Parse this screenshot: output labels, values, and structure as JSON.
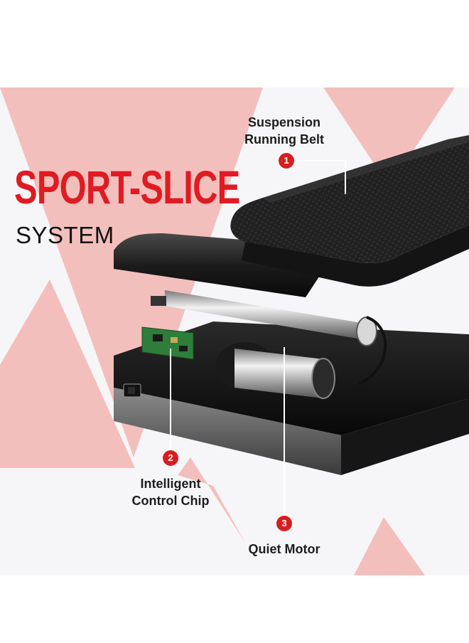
{
  "title": {
    "main": "SPORT-SLICE",
    "sub": "SYSTEM"
  },
  "callouts": [
    {
      "number": "1",
      "lines": [
        "Suspension",
        "Running Belt"
      ]
    },
    {
      "number": "2",
      "lines": [
        "Intelligent",
        "Control Chip"
      ]
    },
    {
      "number": "3",
      "lines": [
        "Quiet Motor"
      ]
    }
  ],
  "colors": {
    "accent": "#e01b22",
    "badge": "#d91c20",
    "background_shapes": "#f3bfbd",
    "panel": "#f6f6f8"
  }
}
